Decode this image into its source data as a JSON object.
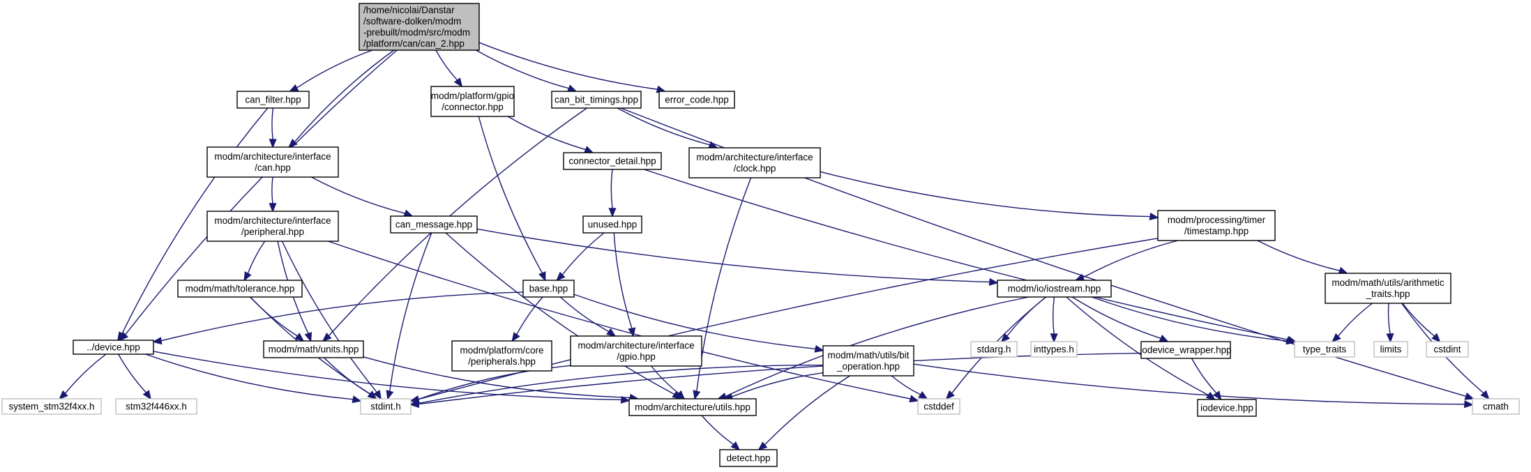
{
  "graph": {
    "colors": {
      "edge": "#191970",
      "root_fill": "#bfbfbf",
      "node_border": "#000000",
      "external_border": "#bfbfbf"
    },
    "nodes": [
      {
        "id": "root",
        "kind": "root",
        "lines": [
          "/home/nicolai/Danstar",
          "/software-dolken/modm",
          "-prebuilt/modm/src/modm",
          "/platform/can/can_2.hpp"
        ]
      },
      {
        "id": "device",
        "kind": "normal",
        "lines": [
          "../device.hpp"
        ]
      },
      {
        "id": "can_filter",
        "kind": "normal",
        "lines": [
          "can_filter.hpp"
        ]
      },
      {
        "id": "arch_can",
        "kind": "normal",
        "lines": [
          "modm/architecture/interface",
          "/can.hpp"
        ]
      },
      {
        "id": "gpio_connector",
        "kind": "normal",
        "lines": [
          "modm/platform/gpio",
          "/connector.hpp"
        ]
      },
      {
        "id": "can_bit_timings",
        "kind": "normal",
        "lines": [
          "can_bit_timings.hpp"
        ]
      },
      {
        "id": "error_code",
        "kind": "normal",
        "lines": [
          "error_code.hpp"
        ]
      },
      {
        "id": "connector_detail",
        "kind": "normal",
        "lines": [
          "connector_detail.hpp"
        ]
      },
      {
        "id": "arch_clock",
        "kind": "normal",
        "lines": [
          "modm/architecture/interface",
          "/clock.hpp"
        ]
      },
      {
        "id": "arch_peripheral",
        "kind": "normal",
        "lines": [
          "modm/architecture/interface",
          "/peripheral.hpp"
        ]
      },
      {
        "id": "can_message",
        "kind": "normal",
        "lines": [
          "can_message.hpp"
        ]
      },
      {
        "id": "unused",
        "kind": "normal",
        "lines": [
          "unused.hpp"
        ]
      },
      {
        "id": "timestamp",
        "kind": "normal",
        "lines": [
          "modm/processing/timer",
          "/timestamp.hpp"
        ]
      },
      {
        "id": "tolerance",
        "kind": "normal",
        "lines": [
          "modm/math/tolerance.hpp"
        ]
      },
      {
        "id": "base",
        "kind": "normal",
        "lines": [
          "base.hpp"
        ]
      },
      {
        "id": "iostream",
        "kind": "normal",
        "lines": [
          "modm/io/iostream.hpp"
        ]
      },
      {
        "id": "arithmetic",
        "kind": "normal",
        "lines": [
          "modm/math/utils/arithmetic",
          "_traits.hpp"
        ]
      },
      {
        "id": "units",
        "kind": "normal",
        "lines": [
          "modm/math/units.hpp"
        ]
      },
      {
        "id": "core_periph",
        "kind": "normal",
        "lines": [
          "modm/platform/core",
          "/peripherals.hpp"
        ]
      },
      {
        "id": "arch_gpio",
        "kind": "normal",
        "lines": [
          "modm/architecture/interface",
          "/gpio.hpp"
        ]
      },
      {
        "id": "bit_operation",
        "kind": "normal",
        "lines": [
          "modm/math/utils/bit",
          "_operation.hpp"
        ]
      },
      {
        "id": "stdarg",
        "kind": "ext",
        "lines": [
          "stdarg.h"
        ]
      },
      {
        "id": "inttypes",
        "kind": "ext",
        "lines": [
          "inttypes.h"
        ]
      },
      {
        "id": "iodevice_wrapper",
        "kind": "normal",
        "lines": [
          "iodevice_wrapper.hpp"
        ]
      },
      {
        "id": "type_traits",
        "kind": "ext",
        "lines": [
          "type_traits"
        ]
      },
      {
        "id": "limits",
        "kind": "ext",
        "lines": [
          "limits"
        ]
      },
      {
        "id": "cstdint",
        "kind": "ext",
        "lines": [
          "cstdint"
        ]
      },
      {
        "id": "system_stm32",
        "kind": "ext",
        "lines": [
          "system_stm32f4xx.h"
        ]
      },
      {
        "id": "stm32f446",
        "kind": "ext",
        "lines": [
          "stm32f446xx.h"
        ]
      },
      {
        "id": "stdint",
        "kind": "ext",
        "lines": [
          "stdint.h"
        ]
      },
      {
        "id": "arch_utils",
        "kind": "normal",
        "lines": [
          "modm/architecture/utils.hpp"
        ]
      },
      {
        "id": "cstddef",
        "kind": "ext",
        "lines": [
          "cstddef"
        ]
      },
      {
        "id": "iodevice",
        "kind": "normal",
        "lines": [
          "iodevice.hpp"
        ]
      },
      {
        "id": "cmath",
        "kind": "ext",
        "lines": [
          "cmath"
        ]
      },
      {
        "id": "detect",
        "kind": "normal",
        "lines": [
          "detect.hpp"
        ]
      }
    ],
    "edges": [
      [
        "root",
        "device"
      ],
      [
        "root",
        "can_filter"
      ],
      [
        "root",
        "arch_can"
      ],
      [
        "root",
        "gpio_connector"
      ],
      [
        "root",
        "can_bit_timings"
      ],
      [
        "root",
        "error_code"
      ],
      [
        "can_filter",
        "arch_can"
      ],
      [
        "can_filter",
        "device"
      ],
      [
        "arch_can",
        "arch_peripheral"
      ],
      [
        "arch_can",
        "can_message"
      ],
      [
        "gpio_connector",
        "connector_detail"
      ],
      [
        "gpio_connector",
        "base"
      ],
      [
        "can_bit_timings",
        "arch_clock"
      ],
      [
        "can_bit_timings",
        "units"
      ],
      [
        "can_bit_timings",
        "cmath"
      ],
      [
        "connector_detail",
        "unused"
      ],
      [
        "connector_detail",
        "type_traits"
      ],
      [
        "arch_clock",
        "timestamp"
      ],
      [
        "arch_clock",
        "arch_utils"
      ],
      [
        "arch_peripheral",
        "tolerance"
      ],
      [
        "arch_peripheral",
        "units"
      ],
      [
        "arch_peripheral",
        "stdint"
      ],
      [
        "arch_peripheral",
        "cstddef"
      ],
      [
        "can_message",
        "iostream"
      ],
      [
        "can_message",
        "stdint"
      ],
      [
        "can_message",
        "arch_utils"
      ],
      [
        "unused",
        "base"
      ],
      [
        "unused",
        "arch_gpio"
      ],
      [
        "timestamp",
        "iostream"
      ],
      [
        "timestamp",
        "arithmetic"
      ],
      [
        "timestamp",
        "stdint"
      ],
      [
        "tolerance",
        "units"
      ],
      [
        "tolerance",
        "stdint"
      ],
      [
        "base",
        "device"
      ],
      [
        "base",
        "core_periph"
      ],
      [
        "base",
        "arch_gpio"
      ],
      [
        "base",
        "bit_operation"
      ],
      [
        "iostream",
        "stdarg"
      ],
      [
        "iostream",
        "inttypes"
      ],
      [
        "iostream",
        "iodevice_wrapper"
      ],
      [
        "iostream",
        "type_traits"
      ],
      [
        "iostream",
        "arch_utils"
      ],
      [
        "iostream",
        "cstddef"
      ],
      [
        "iostream",
        "iodevice"
      ],
      [
        "arithmetic",
        "type_traits"
      ],
      [
        "arithmetic",
        "limits"
      ],
      [
        "arithmetic",
        "cstdint"
      ],
      [
        "arithmetic",
        "cmath"
      ],
      [
        "units",
        "stdint"
      ],
      [
        "units",
        "arch_utils"
      ],
      [
        "arch_gpio",
        "stdint"
      ],
      [
        "arch_gpio",
        "arch_utils"
      ],
      [
        "bit_operation",
        "stdint"
      ],
      [
        "bit_operation",
        "arch_utils"
      ],
      [
        "bit_operation",
        "cstddef"
      ],
      [
        "bit_operation",
        "cmath"
      ],
      [
        "bit_operation",
        "detect"
      ],
      [
        "iodevice_wrapper",
        "iodevice"
      ],
      [
        "iodevice_wrapper",
        "stdint"
      ],
      [
        "device",
        "system_stm32"
      ],
      [
        "device",
        "stm32f446"
      ],
      [
        "device",
        "stdint"
      ],
      [
        "device",
        "arch_utils"
      ],
      [
        "arch_utils",
        "detect"
      ]
    ]
  }
}
